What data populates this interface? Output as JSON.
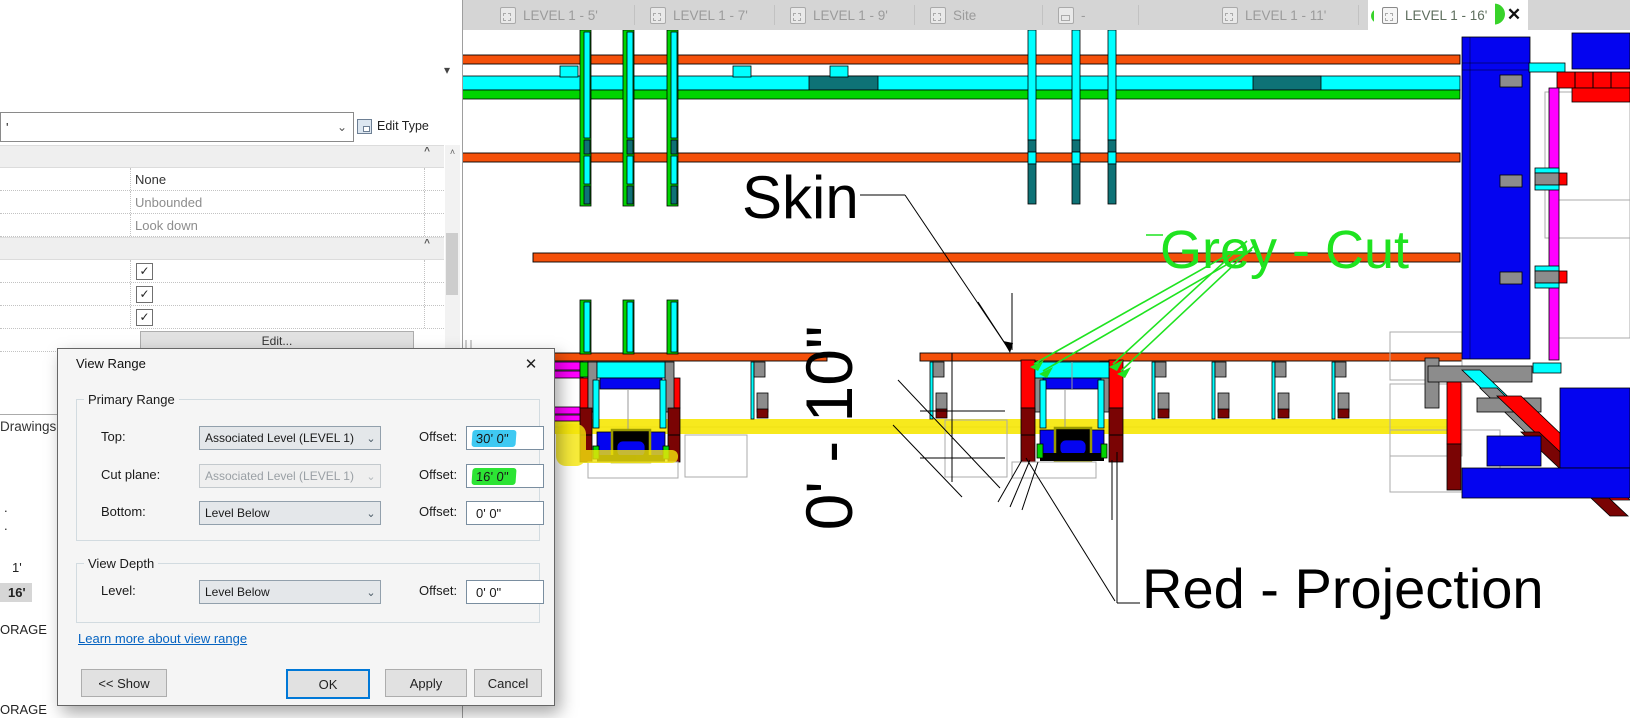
{
  "icons": {
    "dropdown_caret": "▾",
    "combo_chevron": "⌄",
    "collapse_chevron": "^",
    "scroll_up": "˄",
    "close": "✕",
    "check": "✓"
  },
  "colors": {
    "orange": "#F4500A",
    "cyan": "#00FFFF",
    "teal": "#0E7276",
    "green": "#00D400",
    "blue": "#0404F0",
    "magenta": "#FF00FF",
    "red": "#FF0000",
    "maroon": "#7A0404",
    "grey": "#8C8C8C",
    "yellow": "#F6E70A",
    "marker_green": "#38D32A",
    "annotation_green": "#1FE320",
    "highlight_cyan": "#3FC9F2",
    "highlight_green": "#2CE434",
    "accent_blue": "#0078D7"
  },
  "tab_bar": {
    "tabs": [
      {
        "label": "LEVEL 1 - 5'"
      },
      {
        "label": "LEVEL 1 - 7'"
      },
      {
        "label": "LEVEL 1 - 9'"
      },
      {
        "label": "Site"
      },
      {
        "label": "-"
      },
      {
        "label": "LEVEL 1 - 11'"
      },
      {
        "label": "LEVEL 1 - 16'"
      }
    ]
  },
  "properties_panel": {
    "type_selector_value": "'",
    "edit_type_label": "Edit Type",
    "param_rows": [
      {
        "value": "None"
      },
      {
        "value": "Unbounded"
      },
      {
        "value": "Look down"
      }
    ],
    "edit_button_label": "Edit...",
    "browser": {
      "header": "Drawings",
      "items": [
        {
          "label": "."
        },
        {
          "label": "."
        },
        {
          "label": "1'"
        },
        {
          "label": "16'"
        },
        {
          "label": "ORAGE"
        },
        {
          "label": "ORAGE"
        }
      ]
    }
  },
  "view_range_dialog": {
    "title": "View Range",
    "primary_range": {
      "label": "Primary Range",
      "rows": [
        {
          "label": "Top:",
          "value": "Associated Level (LEVEL 1)",
          "offset_label": "Offset:",
          "offset": "30' 0\""
        },
        {
          "label": "Cut plane:",
          "value": "Associated Level (LEVEL 1)",
          "offset_label": "Offset:",
          "offset": "16' 0\""
        },
        {
          "label": "Bottom:",
          "value": "Level Below",
          "offset_label": "Offset:",
          "offset": "0' 0\""
        }
      ]
    },
    "view_depth": {
      "label": "View Depth",
      "rows": [
        {
          "label": "Level:",
          "value": "Level Below",
          "offset_label": "Offset:",
          "offset": "0' 0\""
        }
      ]
    },
    "link_label": "Learn more about view range",
    "buttons": {
      "show": "<< Show",
      "ok": "OK",
      "apply": "Apply",
      "cancel": "Cancel"
    }
  },
  "canvas": {
    "annotations": {
      "skin": "Skin",
      "grey_cut": "Grey - Cut",
      "red_projection": "Red - Projection",
      "dimension": "0' - 10\""
    }
  }
}
